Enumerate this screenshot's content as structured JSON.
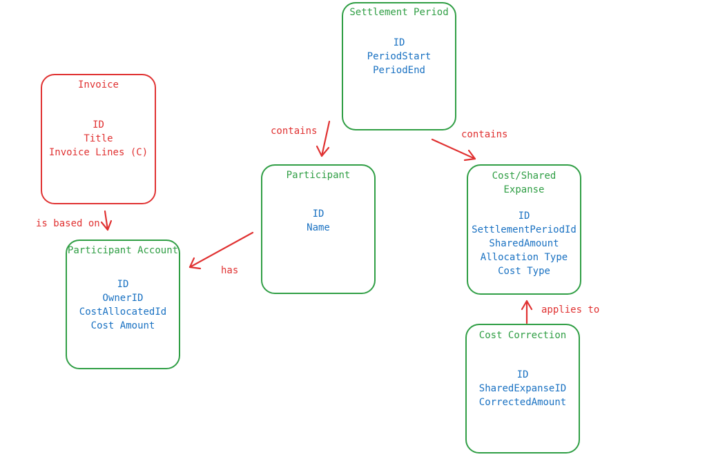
{
  "entities": {
    "settlement_period": {
      "title": "Settlement Period",
      "fields": [
        "ID",
        "PeriodStart",
        "PeriodEnd"
      ]
    },
    "invoice": {
      "title": "Invoice",
      "fields": [
        "ID",
        "Title",
        "Invoice Lines (C)"
      ]
    },
    "participant": {
      "title": "Participant",
      "fields": [
        "ID",
        "Name"
      ]
    },
    "cost_shared": {
      "title": "Cost/Shared\nExpanse",
      "fields": [
        "ID",
        "SettlementPeriodId",
        "SharedAmount",
        "Allocation Type",
        "Cost Type"
      ]
    },
    "participant_account": {
      "title": "Participant Account",
      "fields": [
        "ID",
        "OwnerID",
        "CostAllocatedId",
        "Cost Amount"
      ]
    },
    "cost_correction": {
      "title": "Cost Correction",
      "fields": [
        "ID",
        "SharedExpanseID",
        "CorrectedAmount"
      ]
    }
  },
  "relations": {
    "contains_left": "contains",
    "contains_right": "contains",
    "is_based_on": "is based on",
    "has": "has",
    "applies_to": "applies to"
  },
  "colors": {
    "entity_border": "#2f9e44",
    "invoice": "#e03131",
    "field_text": "#1971c2",
    "arrow": "#e03131"
  }
}
